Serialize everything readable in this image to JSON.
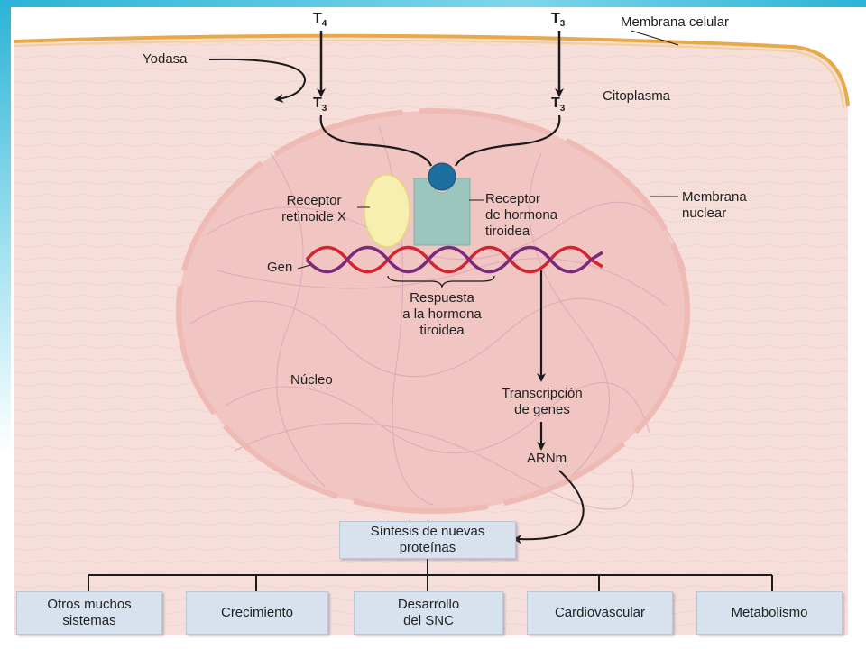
{
  "hormones": {
    "t4_top": {
      "base": "T",
      "sub": "4"
    },
    "t3_top_right": {
      "base": "T",
      "sub": "3"
    },
    "t3_left": {
      "base": "T",
      "sub": "3"
    },
    "t3_right": {
      "base": "T",
      "sub": "3"
    }
  },
  "labels": {
    "cell_membrane": "Membrana celular",
    "yodasa": "Yodasa",
    "cytoplasm": "Citoplasma",
    "rxr_line1": "Receptor",
    "rxr_line2": "retinoide X",
    "trh_line1": "Receptor",
    "trh_line2": "de hormona",
    "trh_line3": "tiroidea",
    "nuclear_membrane_line1": "Membrana",
    "nuclear_membrane_line2": "nuclear",
    "gene": "Gen",
    "response_line1": "Respuesta",
    "response_line2": "a la hormona",
    "response_line3": "tiroidea",
    "nucleus": "Núcleo",
    "transcription_line1": "Transcripción",
    "transcription_line2": "de genes",
    "mrna": "ARNm"
  },
  "synthesis_box": {
    "line1": "Síntesis de nuevas",
    "line2": "proteínas"
  },
  "effects": [
    {
      "line1": "Otros muchos",
      "line2": "sistemas"
    },
    {
      "line1": "Crecimiento",
      "line2": ""
    },
    {
      "line1": "Desarrollo",
      "line2": "del SNC"
    },
    {
      "line1": "Cardiovascular",
      "line2": ""
    },
    {
      "line1": "Metabolismo",
      "line2": ""
    }
  ],
  "colors": {
    "cytoplasm": "#f6dedb",
    "nucleus": "#f0c5c2",
    "cell_membrane": "#e8a94a",
    "nuclear_membrane": "#efb9b4",
    "rxr": "#f7efb0",
    "trh_receptor": "#9cc6bd",
    "hormone_ball": "#1d6fa0",
    "dna_red": "#d4242f",
    "dna_purple": "#7b2a78",
    "effect_box": "#d7e2ee"
  }
}
